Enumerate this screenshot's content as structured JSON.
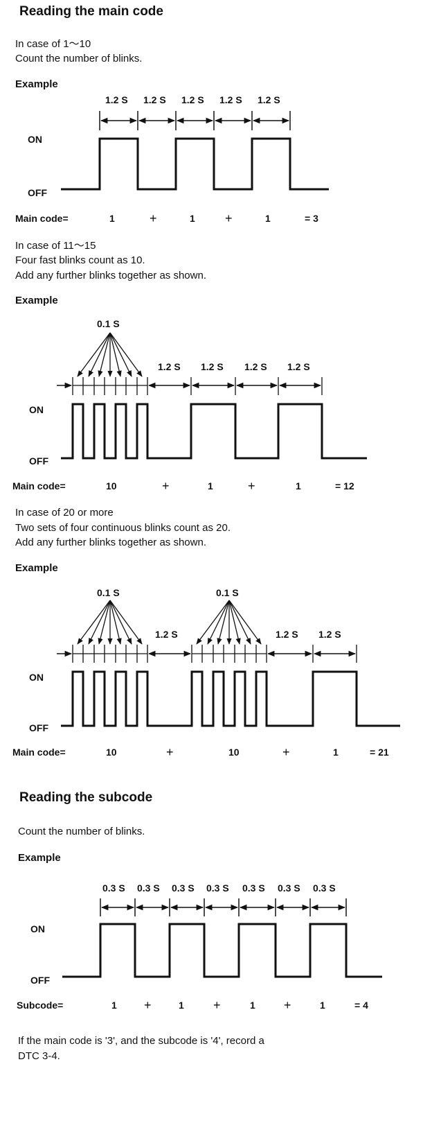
{
  "main": {
    "heading": "Reading the main code",
    "case1": {
      "line1": "In case of 1～10",
      "line2": "Count the number of blinks.",
      "example": "Example",
      "intervals": [
        "1.2 S",
        "1.2 S",
        "1.2 S",
        "1.2 S",
        "1.2 S"
      ],
      "on": "ON",
      "off": "OFF",
      "label": "Main code=",
      "terms": [
        "1",
        "+",
        "1",
        "+",
        "1",
        "= 3"
      ]
    },
    "case2": {
      "line1": "In case of 11～15",
      "line2": "Four fast blinks count as 10.",
      "line3": "Add any further blinks together as shown.",
      "example": "Example",
      "fast": "0.1 S",
      "intervals": [
        "1.2 S",
        "1.2 S",
        "1.2 S",
        "1.2 S"
      ],
      "on": "ON",
      "off": "OFF",
      "label": "Main code=",
      "terms": [
        "10",
        "+",
        "1",
        "+",
        "1",
        "= 12"
      ]
    },
    "case3": {
      "line1": "In case of 20 or more",
      "line2": "Two sets of four continuous blinks count as 20.",
      "line3": "Add any further blinks together as shown.",
      "example": "Example",
      "fast1": "0.1 S",
      "fast2": "0.1 S",
      "intervals": [
        "1.2 S",
        "1.2 S",
        "1.2 S"
      ],
      "on": "ON",
      "off": "OFF",
      "label": "Main code=",
      "terms": [
        "10",
        "+",
        "10",
        "+",
        "1",
        "= 21"
      ]
    }
  },
  "sub": {
    "heading": "Reading the subcode",
    "line1": "Count the number of blinks.",
    "example": "Example",
    "intervals": [
      "0.3 S",
      "0.3 S",
      "0.3 S",
      "0.3 S",
      "0.3 S",
      "0.3 S",
      "0.3 S"
    ],
    "on": "ON",
    "off": "OFF",
    "label": "Subcode=",
    "terms": [
      "1",
      "+",
      "1",
      "+",
      "1",
      "+",
      "1",
      "= 4"
    ]
  },
  "footer": {
    "line1": "If the main code is '3', and the subcode is '4', record a",
    "line2": "DTC 3-4."
  }
}
